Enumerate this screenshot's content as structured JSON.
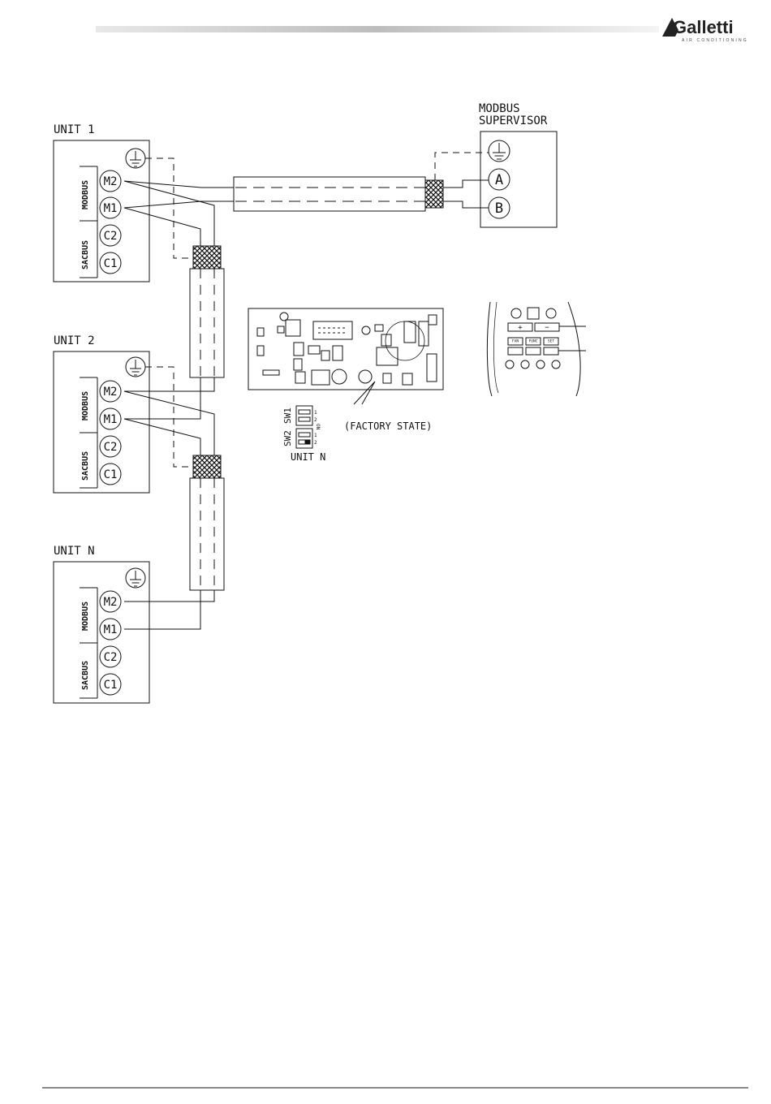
{
  "header": {
    "brand": "Galletti",
    "brand_sub": "AIR CONDITIONING"
  },
  "supervisor": {
    "title_line1": "MODBUS",
    "title_line2": "SUPERVISOR",
    "terminal_a": "A",
    "terminal_b": "B"
  },
  "units": [
    {
      "label": "UNIT 1",
      "modbus": "MODBUS",
      "sacbus": "SACBUS",
      "t1": "M2",
      "t2": "M1",
      "t3": "C2",
      "t4": "C1"
    },
    {
      "label": "UNIT 2",
      "modbus": "MODBUS",
      "sacbus": "SACBUS",
      "t1": "M2",
      "t2": "M1",
      "t3": "C2",
      "t4": "C1"
    },
    {
      "label": "UNIT N",
      "modbus": "MODBUS",
      "sacbus": "SACBUS",
      "t1": "M2",
      "t2": "M1",
      "t3": "C2",
      "t4": "C1"
    }
  ],
  "dip": {
    "sw1": "SW1",
    "sw2": "SW2",
    "on": "ON",
    "one": "1",
    "two": "2",
    "factory": "(FACTORY STATE)",
    "unit": "UNIT N"
  },
  "remote": {
    "plus": "+",
    "minus": "−",
    "fan": "FAN",
    "func": "FUNC",
    "set": "SET"
  },
  "colors": {
    "ink": "#111111",
    "header_bar": "#c8c8c8"
  }
}
